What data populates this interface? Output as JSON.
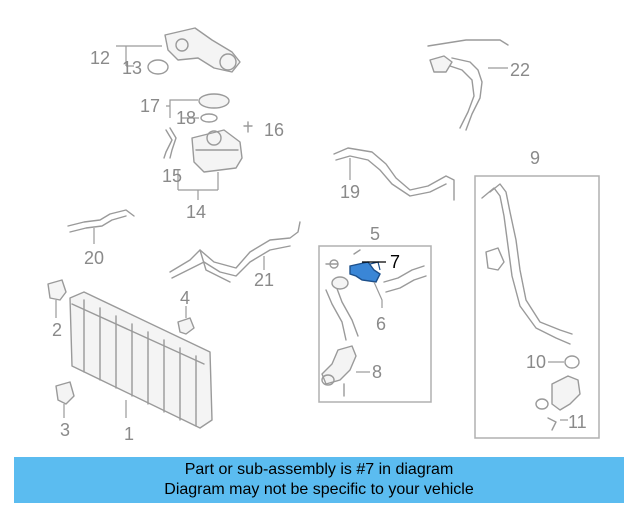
{
  "callouts": {
    "c1": "1",
    "c2": "2",
    "c3": "3",
    "c4": "4",
    "c5": "5",
    "c6": "6",
    "c7": "7",
    "c8": "8",
    "c9": "9",
    "c10": "10",
    "c11": "11",
    "c12": "12",
    "c13": "13",
    "c14": "14",
    "c15": "15",
    "c16": "16",
    "c17": "17",
    "c18": "18",
    "c19": "19",
    "c20": "20",
    "c21": "21",
    "c22": "22"
  },
  "highlight": {
    "part_number": "7",
    "color": "#3a86d6"
  },
  "banner": {
    "line1": "Part or sub-assembly is #7 in diagram",
    "line2": "Diagram may not be specific to your vehicle",
    "background": "#5bbcf0"
  }
}
